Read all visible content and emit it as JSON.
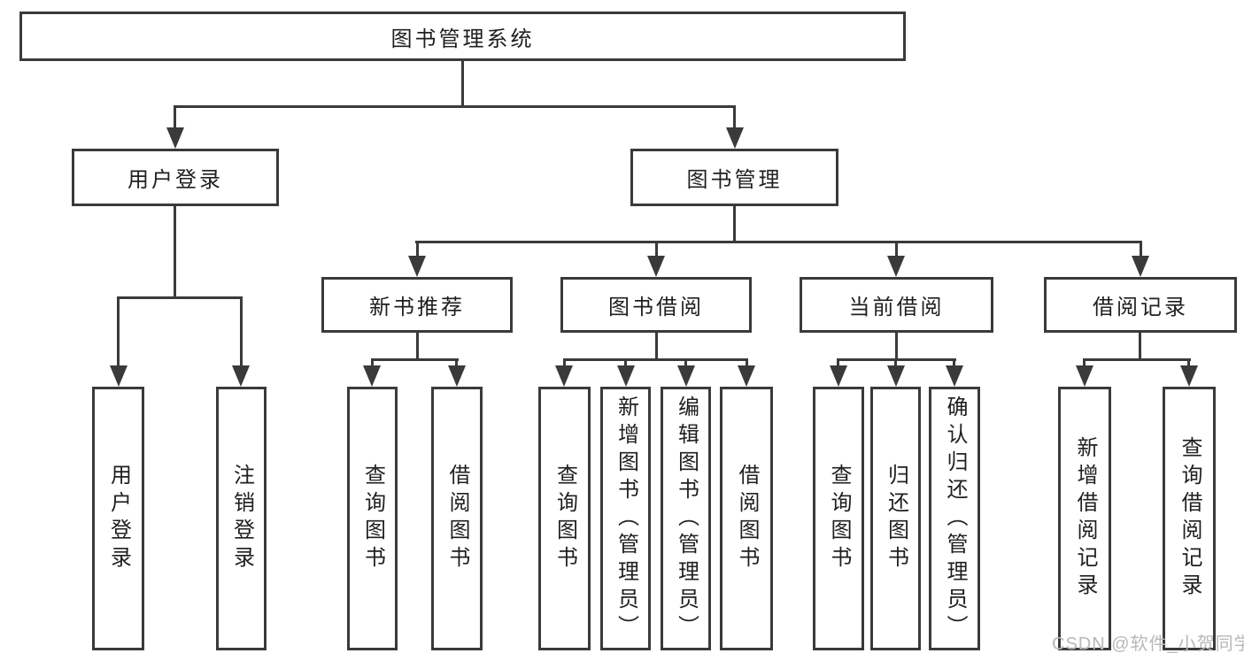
{
  "tree": {
    "label": "图书管理系统",
    "children": [
      {
        "label": "用户登录",
        "children": [
          {
            "label": "用户登录"
          },
          {
            "label": "注销登录"
          }
        ]
      },
      {
        "label": "图书管理",
        "children": [
          {
            "label": "新书推荐",
            "children": [
              {
                "label": "查询图书"
              },
              {
                "label": "借阅图书"
              }
            ]
          },
          {
            "label": "图书借阅",
            "children": [
              {
                "label": "查询图书"
              },
              {
                "label": "新增图书（管理员）"
              },
              {
                "label": "编辑图书（管理员）"
              },
              {
                "label": "借阅图书"
              }
            ]
          },
          {
            "label": "当前借阅",
            "children": [
              {
                "label": "查询图书"
              },
              {
                "label": "归还图书"
              },
              {
                "label": "确认归还（管理员）"
              }
            ]
          },
          {
            "label": "借阅记录",
            "children": [
              {
                "label": "新增借阅记录"
              },
              {
                "label": "查询借阅记录"
              }
            ]
          }
        ]
      }
    ]
  },
  "watermark": {
    "text": "CSDN @软件_小贺同学"
  },
  "colors": {
    "line": "#3a3a3a",
    "text": "#1f1f1f",
    "watermark": "#b8b8b8",
    "background": "#ffffff"
  }
}
